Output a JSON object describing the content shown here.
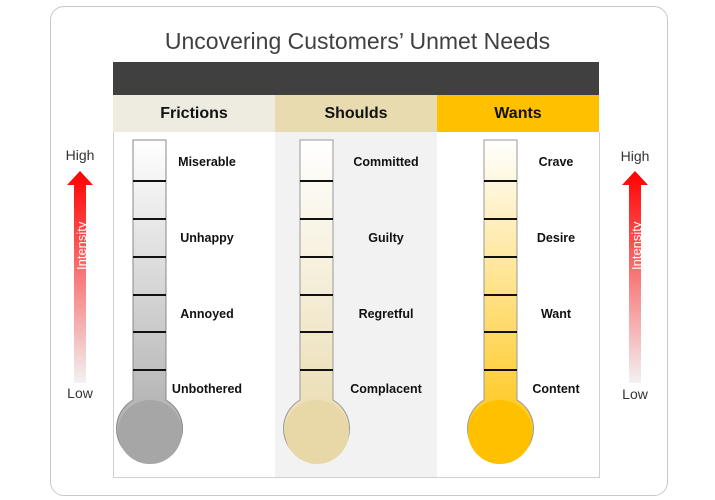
{
  "title": "Uncovering Customers’ Unmet Needs",
  "columns": [
    {
      "header": "Frictions",
      "header_color": "#eeebe0",
      "levels": [
        "Miserable",
        "Unhappy",
        "Annoyed",
        "Unbothered"
      ]
    },
    {
      "header": "Shoulds",
      "header_color": "#e8dbb0",
      "levels": [
        "Committed",
        "Guilty",
        "Regretful",
        "Complacent"
      ]
    },
    {
      "header": "Wants",
      "header_color": "#ffc000",
      "levels": [
        "Crave",
        "Desire",
        "Want",
        "Content"
      ]
    }
  ],
  "scale": {
    "high": "High",
    "low": "Low",
    "axis_label": "Intensity"
  },
  "colors": {
    "dark_bar": "#404040",
    "frictions_fill": "#a6a6a6",
    "shoulds_fill": "#e8d8a8",
    "wants_fill": "#ffc000",
    "arrow": "#ff0000"
  }
}
